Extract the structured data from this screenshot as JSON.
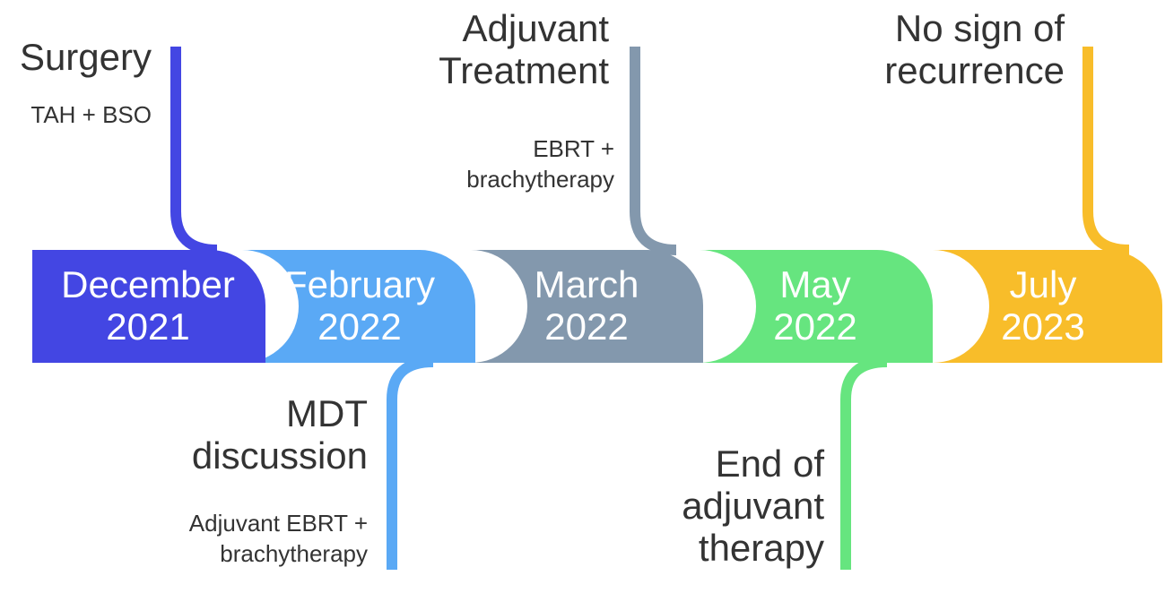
{
  "events": [
    {
      "date_line1": "December",
      "date_line2": "2021",
      "title": "Surgery",
      "title_line2": "",
      "detail_line1": "TAH + BSO",
      "detail_line2": "",
      "color": "#4346e3",
      "connector": "up"
    },
    {
      "date_line1": "February",
      "date_line2": "2022",
      "title": "MDT",
      "title_line2": "discussion",
      "detail_line1": "Adjuvant EBRT +",
      "detail_line2": "brachytherapy",
      "color": "#5aa9f5",
      "connector": "down"
    },
    {
      "date_line1": "March",
      "date_line2": "2022",
      "title": "Adjuvant",
      "title_line2": "Treatment",
      "detail_line1": "EBRT +",
      "detail_line2": "brachytherapy",
      "color": "#8398ad",
      "connector": "up"
    },
    {
      "date_line1": "May",
      "date_line2": "2022",
      "title": "End of",
      "title_line2": "adjuvant",
      "title_line3": "therapy",
      "detail_line1": "",
      "detail_line2": "",
      "color": "#66e57f",
      "connector": "down"
    },
    {
      "date_line1": "July",
      "date_line2": "2023",
      "title": "No sign of",
      "title_line2": "recurrence",
      "detail_line1": "",
      "detail_line2": "",
      "color": "#f8bd2a",
      "connector": "up"
    }
  ]
}
